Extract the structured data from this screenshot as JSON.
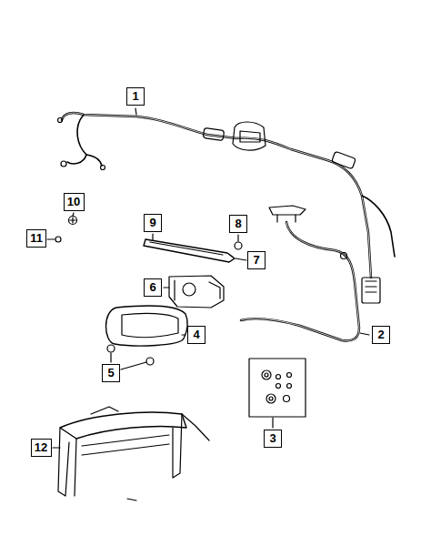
{
  "diagram": {
    "labels": [
      "1",
      "10",
      "11",
      "9",
      "8",
      "7",
      "6",
      "4",
      "5",
      "2",
      "3",
      "12"
    ]
  }
}
